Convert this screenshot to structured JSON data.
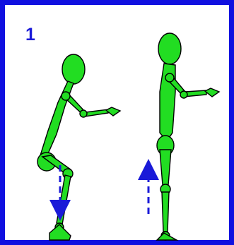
{
  "step": {
    "number": "1"
  },
  "figures": [
    {
      "pose": "squat",
      "motion": "down"
    },
    {
      "pose": "standing",
      "motion": "up"
    }
  ],
  "colors": {
    "border": "#1010e0",
    "step_number": "#1a1ad8",
    "limb_fill": "#22dd22",
    "outline": "#000000",
    "arrow": "#1a1ad8"
  },
  "icons": [
    "down-arrow-icon",
    "up-arrow-icon"
  ]
}
